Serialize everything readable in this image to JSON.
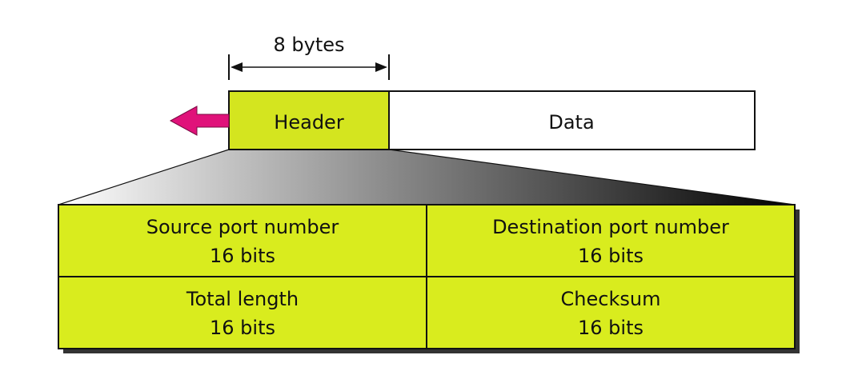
{
  "diagram": {
    "span_label": "8 bytes",
    "packet": {
      "header_label": "Header",
      "data_label": "Data"
    },
    "fields": [
      {
        "name": "Source port number",
        "size": "16 bits"
      },
      {
        "name": "Destination port number",
        "size": "16 bits"
      },
      {
        "name": "Total length",
        "size": "16 bits"
      },
      {
        "name": "Checksum",
        "size": "16 bits"
      }
    ]
  },
  "colors": {
    "header_fill": "#d4e51f",
    "field_fill": "#d9ec1e",
    "arrow": "#e0127a",
    "outline": "#111111",
    "shadow": "#333333"
  }
}
